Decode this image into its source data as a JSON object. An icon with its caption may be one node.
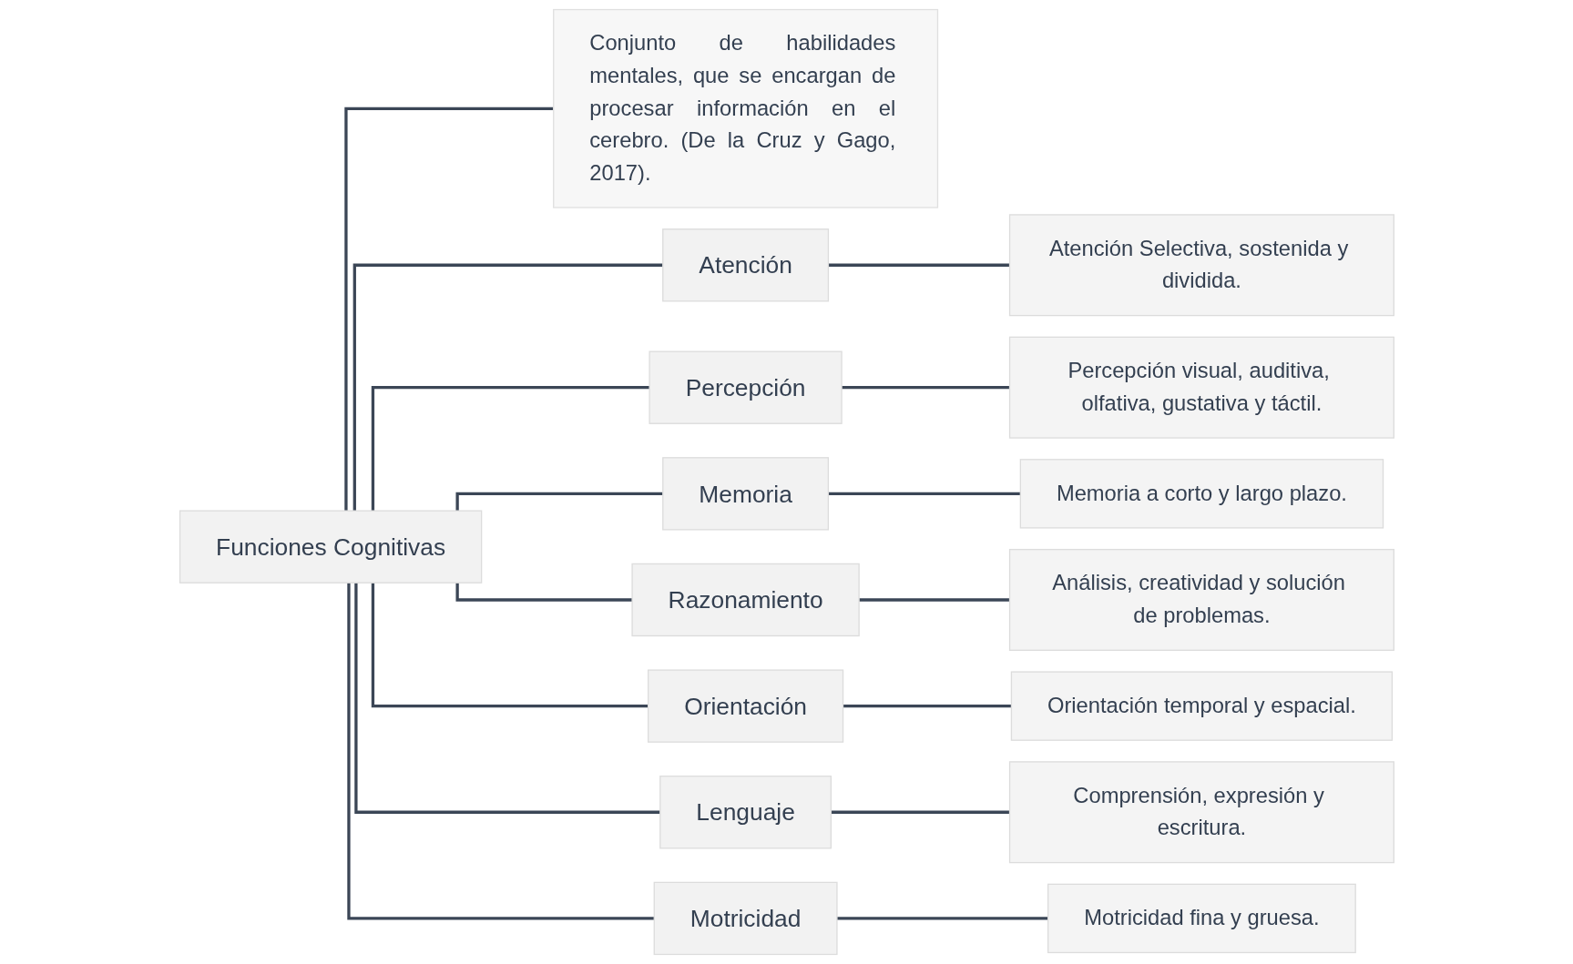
{
  "diagram": {
    "nodes": [
      {
        "text": [
          "Funciones Cognitivas"
        ]
      },
      {
        "text": [
          "Conjunto de habilidades mentales, que se encargan de procesar información en el cerebro. (De la Cruz y Gago, 2017)."
        ]
      },
      {
        "text": [
          "Atención"
        ]
      },
      {
        "text": [
          "Atención Selectiva, sostenida y dividida."
        ]
      },
      {
        "text": [
          "Percepción"
        ]
      },
      {
        "text": [
          "Percepción visual, auditiva, olfativa, gustativa y táctil."
        ]
      },
      {
        "text": [
          "Memoria"
        ]
      },
      {
        "text": [
          "Memoria a corto y largo plazo."
        ]
      },
      {
        "text": [
          "Razonamiento"
        ]
      },
      {
        "text": [
          "Análisis, creatividad y solución de problemas."
        ]
      },
      {
        "text": [
          "Orientación"
        ]
      },
      {
        "text": [
          "Orientación temporal y espacial."
        ]
      },
      {
        "text": [
          "Lenguaje"
        ]
      },
      {
        "text": [
          "Comprensión, expresión y escritura."
        ]
      },
      {
        "text": [
          "Motricidad"
        ]
      },
      {
        "text": [
          "Motricidad fina y gruesa."
        ]
      }
    ],
    "edges": [
      {
        "from": 0,
        "to": 1,
        "arrow": "none"
      },
      {
        "from": 0,
        "to": 2,
        "arrow": "none"
      },
      {
        "from": 0,
        "to": 4,
        "arrow": "none"
      },
      {
        "from": 0,
        "to": 6,
        "arrow": "none"
      },
      {
        "from": 0,
        "to": 8,
        "arrow": "none"
      },
      {
        "from": 0,
        "to": 10,
        "arrow": "none"
      },
      {
        "from": 0,
        "to": 12,
        "arrow": "none"
      },
      {
        "from": 0,
        "to": 14,
        "arrow": "none"
      },
      {
        "from": 2,
        "to": 3,
        "arrow": "none"
      },
      {
        "from": 4,
        "to": 5,
        "arrow": "none"
      },
      {
        "from": 6,
        "to": 7,
        "arrow": "none"
      },
      {
        "from": 8,
        "to": 9,
        "arrow": "none"
      },
      {
        "from": 10,
        "to": 11,
        "arrow": "none"
      },
      {
        "from": 12,
        "to": 13,
        "arrow": "none"
      },
      {
        "from": 14,
        "to": 15,
        "arrow": "none"
      }
    ]
  }
}
